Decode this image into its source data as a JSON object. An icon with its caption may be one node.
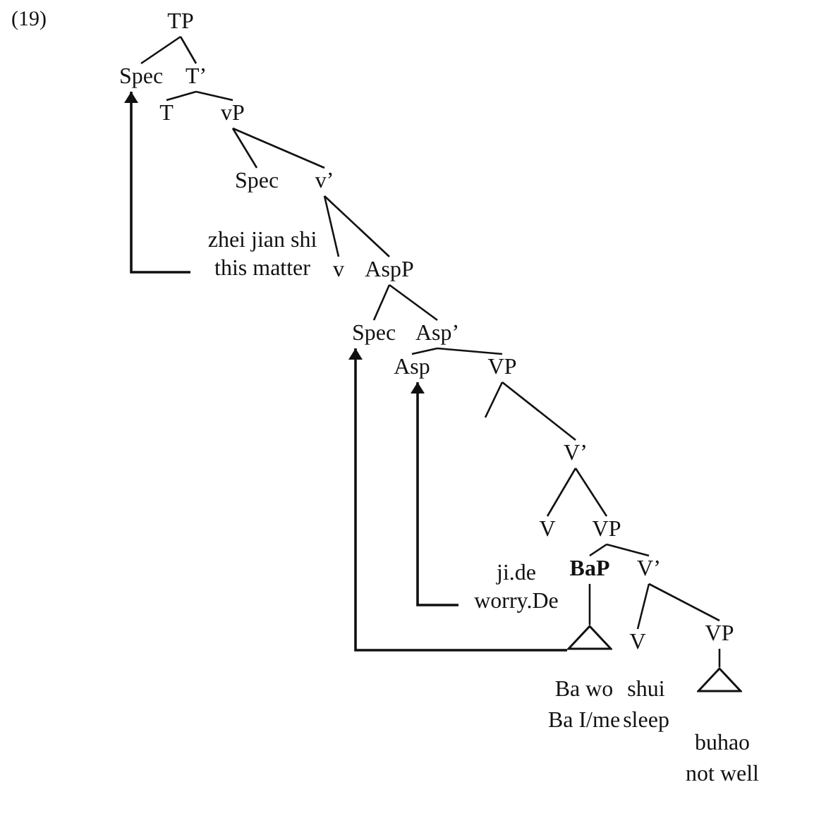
{
  "diagram": {
    "nodes": [
      {
        "text": [
          "TP"
        ]
      },
      {
        "text": [
          "Spec"
        ]
      },
      {
        "text": [
          "T’"
        ]
      },
      {
        "text": [
          "T"
        ]
      },
      {
        "text": [
          "vP"
        ]
      },
      {
        "text": [
          "Spec"
        ]
      },
      {
        "text": [
          "v’"
        ]
      },
      {
        "text": [
          "zhei jian shi this matter"
        ]
      },
      {
        "text": [
          "v"
        ]
      },
      {
        "text": [
          "AspP"
        ]
      },
      {
        "text": [
          "Spec"
        ]
      },
      {
        "text": [
          "Asp’"
        ]
      },
      {
        "text": [
          "Asp"
        ]
      },
      {
        "text": [
          "VP"
        ]
      },
      {
        "text": [
          "V’"
        ]
      },
      {
        "text": [
          "V"
        ]
      },
      {
        "text": [
          "ji.de worry.De"
        ]
      },
      {
        "text": [
          "VP"
        ]
      },
      {
        "text": [
          "**BaP**"
        ]
      },
      {
        "text": [
          "V’"
        ]
      },
      {
        "text": [],
        "shape": "triangle",
        "beside": [
          "Ba wo Ba I/me"
        ]
      },
      {
        "text": [
          "V"
        ],
        "beside": [
          "shui sleep"
        ]
      },
      {
        "text": [
          "VP"
        ]
      },
      {
        "text": [],
        "shape": "triangle",
        "beside": [
          "buhao not well"
        ]
      }
    ],
    "edges": [
      {
        "from": 0,
        "to": 1,
        "arrow": "none"
      },
      {
        "from": 0,
        "to": 2,
        "arrow": "none"
      },
      {
        "from": 2,
        "to": 3,
        "arrow": "none"
      },
      {
        "from": 2,
        "to": 4,
        "arrow": "none"
      },
      {
        "from": 4,
        "to": 5,
        "arrow": "none"
      },
      {
        "from": 4,
        "to": 6,
        "arrow": "none"
      },
      {
        "from": 6,
        "to": 8,
        "arrow": "none"
      },
      {
        "from": 6,
        "to": 9,
        "arrow": "none"
      },
      {
        "from": 9,
        "to": 10,
        "arrow": "none"
      },
      {
        "from": 9,
        "to": 11,
        "arrow": "none"
      },
      {
        "from": 11,
        "to": 12,
        "arrow": "none"
      },
      {
        "from": 11,
        "to": 13,
        "arrow": "none"
      },
      {
        "from": 13,
        "to": null,
        "arrow": "none"
      },
      {
        "from": 13,
        "to": 14,
        "arrow": "none"
      },
      {
        "from": 14,
        "to": 15,
        "arrow": "none"
      },
      {
        "from": 14,
        "to": 17,
        "arrow": "none"
      },
      {
        "from": 17,
        "to": 18,
        "arrow": "none"
      },
      {
        "from": 17,
        "to": 19,
        "arrow": "none"
      },
      {
        "from": 18,
        "to": 20,
        "arrow": "none"
      },
      {
        "from": 19,
        "to": 21,
        "arrow": "none"
      },
      {
        "from": 19,
        "to": 22,
        "arrow": "none"
      },
      {
        "from": 22,
        "to": 23,
        "arrow": "none"
      },
      {
        "from": 7,
        "to": 1,
        "arrow": "to"
      },
      {
        "from": 16,
        "to": 12,
        "arrow": "to"
      },
      {
        "from": 20,
        "to": 10,
        "arrow": "to"
      }
    ],
    "labels": [
      "(19)"
    ]
  }
}
